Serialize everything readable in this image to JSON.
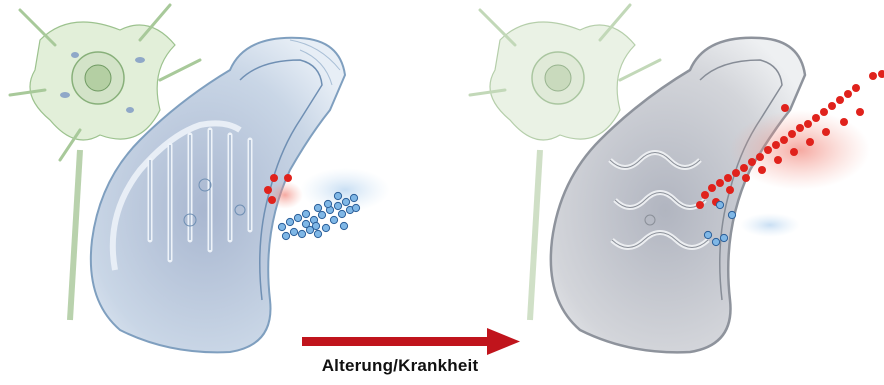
{
  "caption": "Alterung/Krankheit",
  "colors": {
    "arrow": "#c0141c",
    "ros_dots": "#e0221c",
    "electron_dots": "#7fb7e6",
    "electron_stroke": "#2b5f99",
    "membrane_healthy": "#9fb9d4",
    "membrane_aged": "#b9bcc2",
    "neuron": "#9cc28e"
  },
  "panels": [
    {
      "name": "healthy",
      "ros_count": 4,
      "blue_count": 26
    },
    {
      "name": "aged",
      "ros_count": 34,
      "blue_count": 5
    }
  ]
}
